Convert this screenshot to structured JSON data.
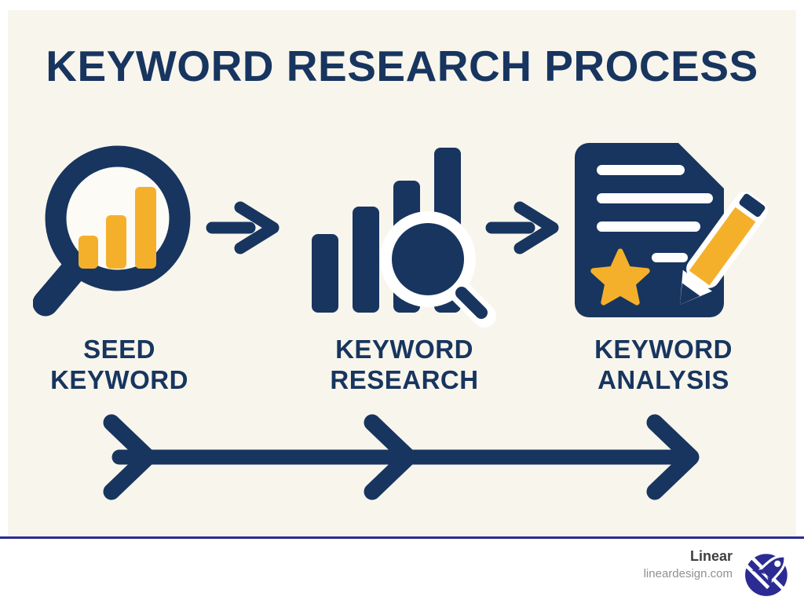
{
  "page": {
    "title": "KEYWORD RESEARCH PROCESS"
  },
  "steps": [
    {
      "label_line1": "SEED",
      "label_line2": "KEYWORD",
      "icon": "magnifying-glass-bar-chart"
    },
    {
      "label_line1": "KEYWORD",
      "label_line2": "RESEARCH",
      "icon": "bar-chart-magnifying-glass"
    },
    {
      "label_line1": "KEYWORD",
      "label_line2": "ANALYSIS",
      "icon": "document-pencil-star"
    }
  ],
  "flow": {
    "connector": "right-arrow",
    "timeline_segments": 3
  },
  "footer": {
    "brand": "Linear",
    "website": "lineardesign.com"
  },
  "colors": {
    "navy": "#17355f",
    "gold": "#f5b02b",
    "background": "#f8f5ec",
    "frame": "#ffffff",
    "divider": "#2b2b93",
    "logo": "#2b2b93",
    "brand_text": "#3f3f3f",
    "website_text": "#909090"
  }
}
